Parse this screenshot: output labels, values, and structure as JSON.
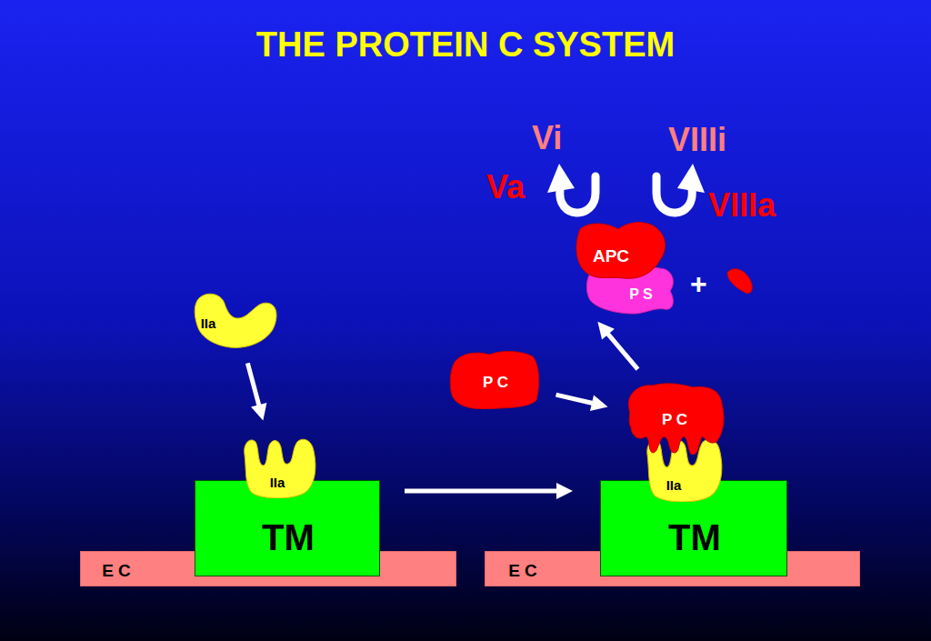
{
  "diagram": {
    "title": "THE PROTEIN C SYSTEM",
    "nodes": [
      {
        "text": [
          "APC"
        ]
      },
      {
        "text": [
          "P S"
        ]
      },
      {
        "text": [
          "IIa"
        ]
      },
      {
        "text": [
          "P C"
        ]
      },
      {
        "text": [
          "P C"
        ]
      },
      {
        "text": [
          "IIa"
        ]
      },
      {
        "text": [
          "IIa"
        ]
      },
      {
        "text": [
          "TM"
        ]
      },
      {
        "text": [
          "TM"
        ]
      },
      {
        "text": [
          "E C"
        ]
      },
      {
        "text": [
          "E C"
        ]
      }
    ],
    "edges": [
      {
        "from": 2,
        "to": 5,
        "arrow": "to"
      },
      {
        "from": 7,
        "to": 8,
        "arrow": "to"
      },
      {
        "from": 3,
        "to": 4,
        "arrow": "to"
      },
      {
        "from": 4,
        "to": 0,
        "arrow": "to"
      }
    ],
    "labels": [
      "Vi",
      "VIIIi",
      "Va",
      "VIIIa",
      "+"
    ]
  }
}
